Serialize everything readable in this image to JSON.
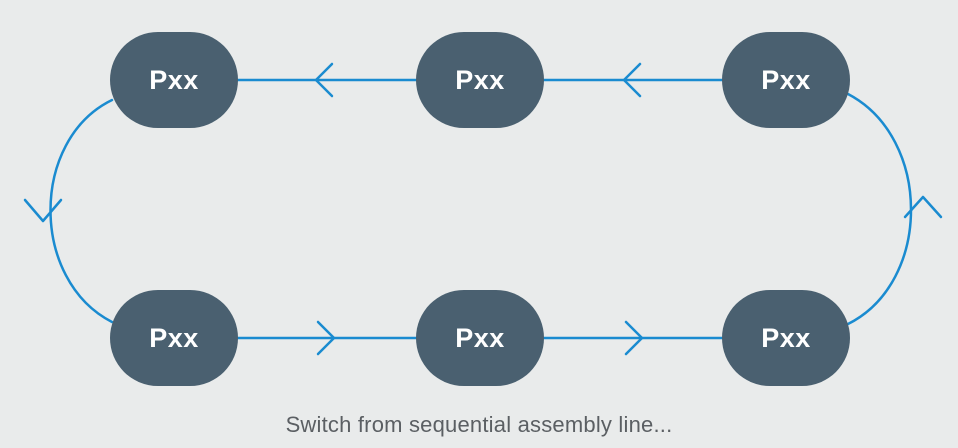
{
  "diagram": {
    "nodes": [
      {
        "id": "top-left",
        "label": "Pxx"
      },
      {
        "id": "top-mid",
        "label": "Pxx"
      },
      {
        "id": "top-right",
        "label": "Pxx"
      },
      {
        "id": "bottom-left",
        "label": "Pxx"
      },
      {
        "id": "bottom-mid",
        "label": "Pxx"
      },
      {
        "id": "bottom-right",
        "label": "Pxx"
      }
    ],
    "edges": [
      {
        "from": "bottom-left",
        "to": "bottom-mid"
      },
      {
        "from": "bottom-mid",
        "to": "bottom-right"
      },
      {
        "from": "bottom-right",
        "to": "top-right"
      },
      {
        "from": "top-right",
        "to": "top-mid"
      },
      {
        "from": "top-mid",
        "to": "top-left"
      },
      {
        "from": "top-left",
        "to": "bottom-left"
      }
    ],
    "caption": "Switch from sequential assembly line..."
  },
  "colors": {
    "background": "#e9ebeb",
    "node_fill": "#4a6070",
    "node_text": "#ffffff",
    "connector": "#1a8bd0",
    "caption_text": "#5b5f63"
  }
}
